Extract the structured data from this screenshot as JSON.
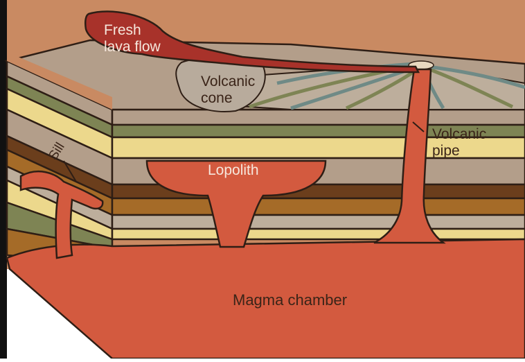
{
  "labels": {
    "fresh_lava_flow": [
      "Fresh",
      "lava flow"
    ],
    "volcanic_cone": [
      "Volcanic",
      "cone"
    ],
    "volcanic_pipe": [
      "Volcanic",
      "pipe"
    ],
    "sill": "Sill",
    "lopolith": "Lopolith",
    "magma_chamber": "Magma chamber"
  },
  "colors": {
    "sky": "#c98a62",
    "magma": "#d35a3f",
    "lava_dark": "#a8322a",
    "cone": "#b8ab9c",
    "layer_tan": "#b39e8a",
    "layer_olive": "#7e8454",
    "layer_yellow": "#ecd88c",
    "layer_brown": "#6b3e1c",
    "layer_ochre": "#a56b28",
    "layer_gray": "#bdae9c",
    "outline": "#2e1e15",
    "label_text": "#3a2418",
    "label_light": "#f6e7dc"
  }
}
